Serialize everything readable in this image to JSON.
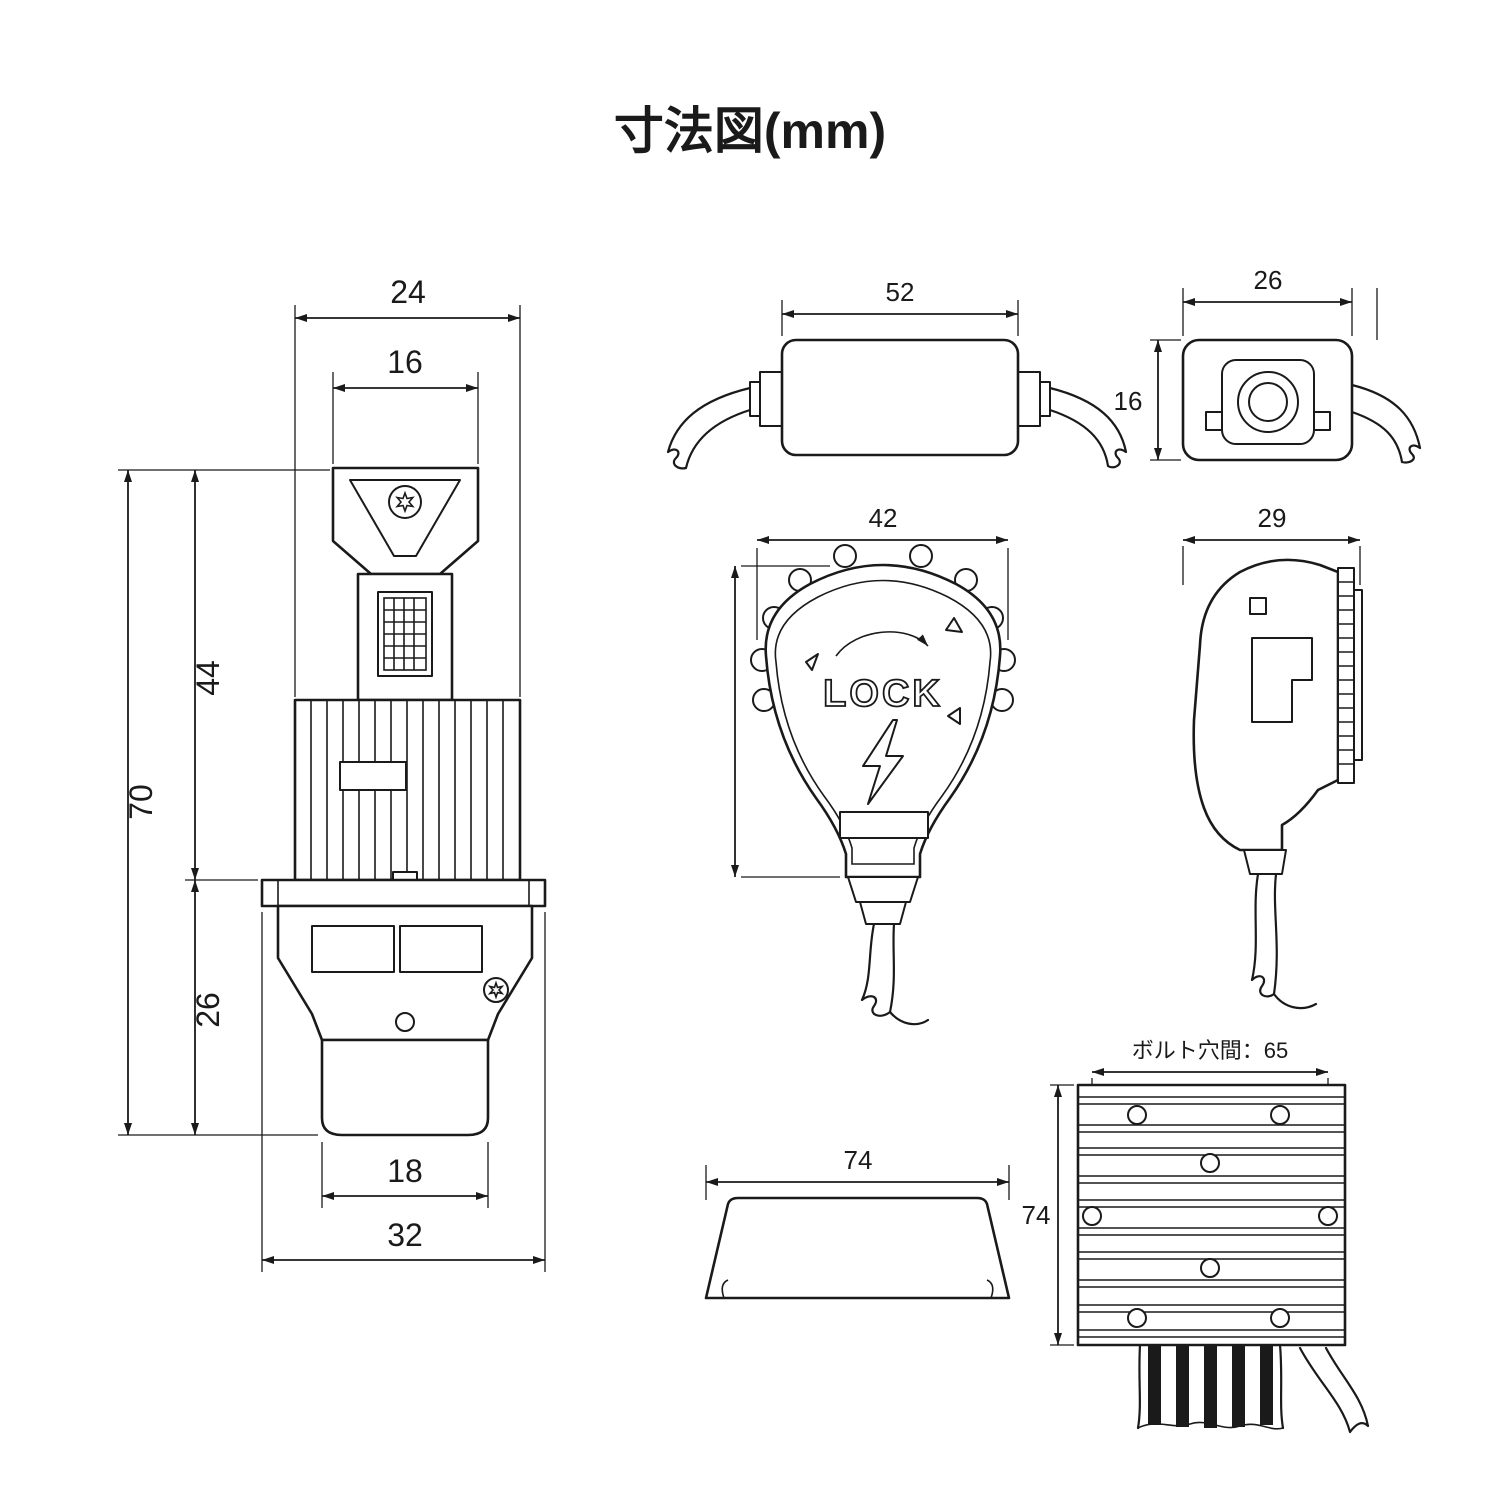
{
  "title": "寸法図(mm)",
  "bulb": {
    "dim_top_outer": "24",
    "dim_top_inner": "16",
    "dim_height_upper": "44",
    "dim_height_total": "70",
    "dim_height_lower": "26",
    "dim_bottom_inner": "18",
    "dim_bottom_outer": "32"
  },
  "driver_side": {
    "dim_width": "52"
  },
  "driver_end": {
    "dim_width": "26",
    "dim_height": "16"
  },
  "connector_front": {
    "dim_width": "42",
    "lock_label": "LOCK"
  },
  "connector_side": {
    "dim_width": "29"
  },
  "cover": {
    "dim_width": "74"
  },
  "heatsink": {
    "bolt_label": "ボルト穴間：65",
    "dim_height": "74"
  }
}
